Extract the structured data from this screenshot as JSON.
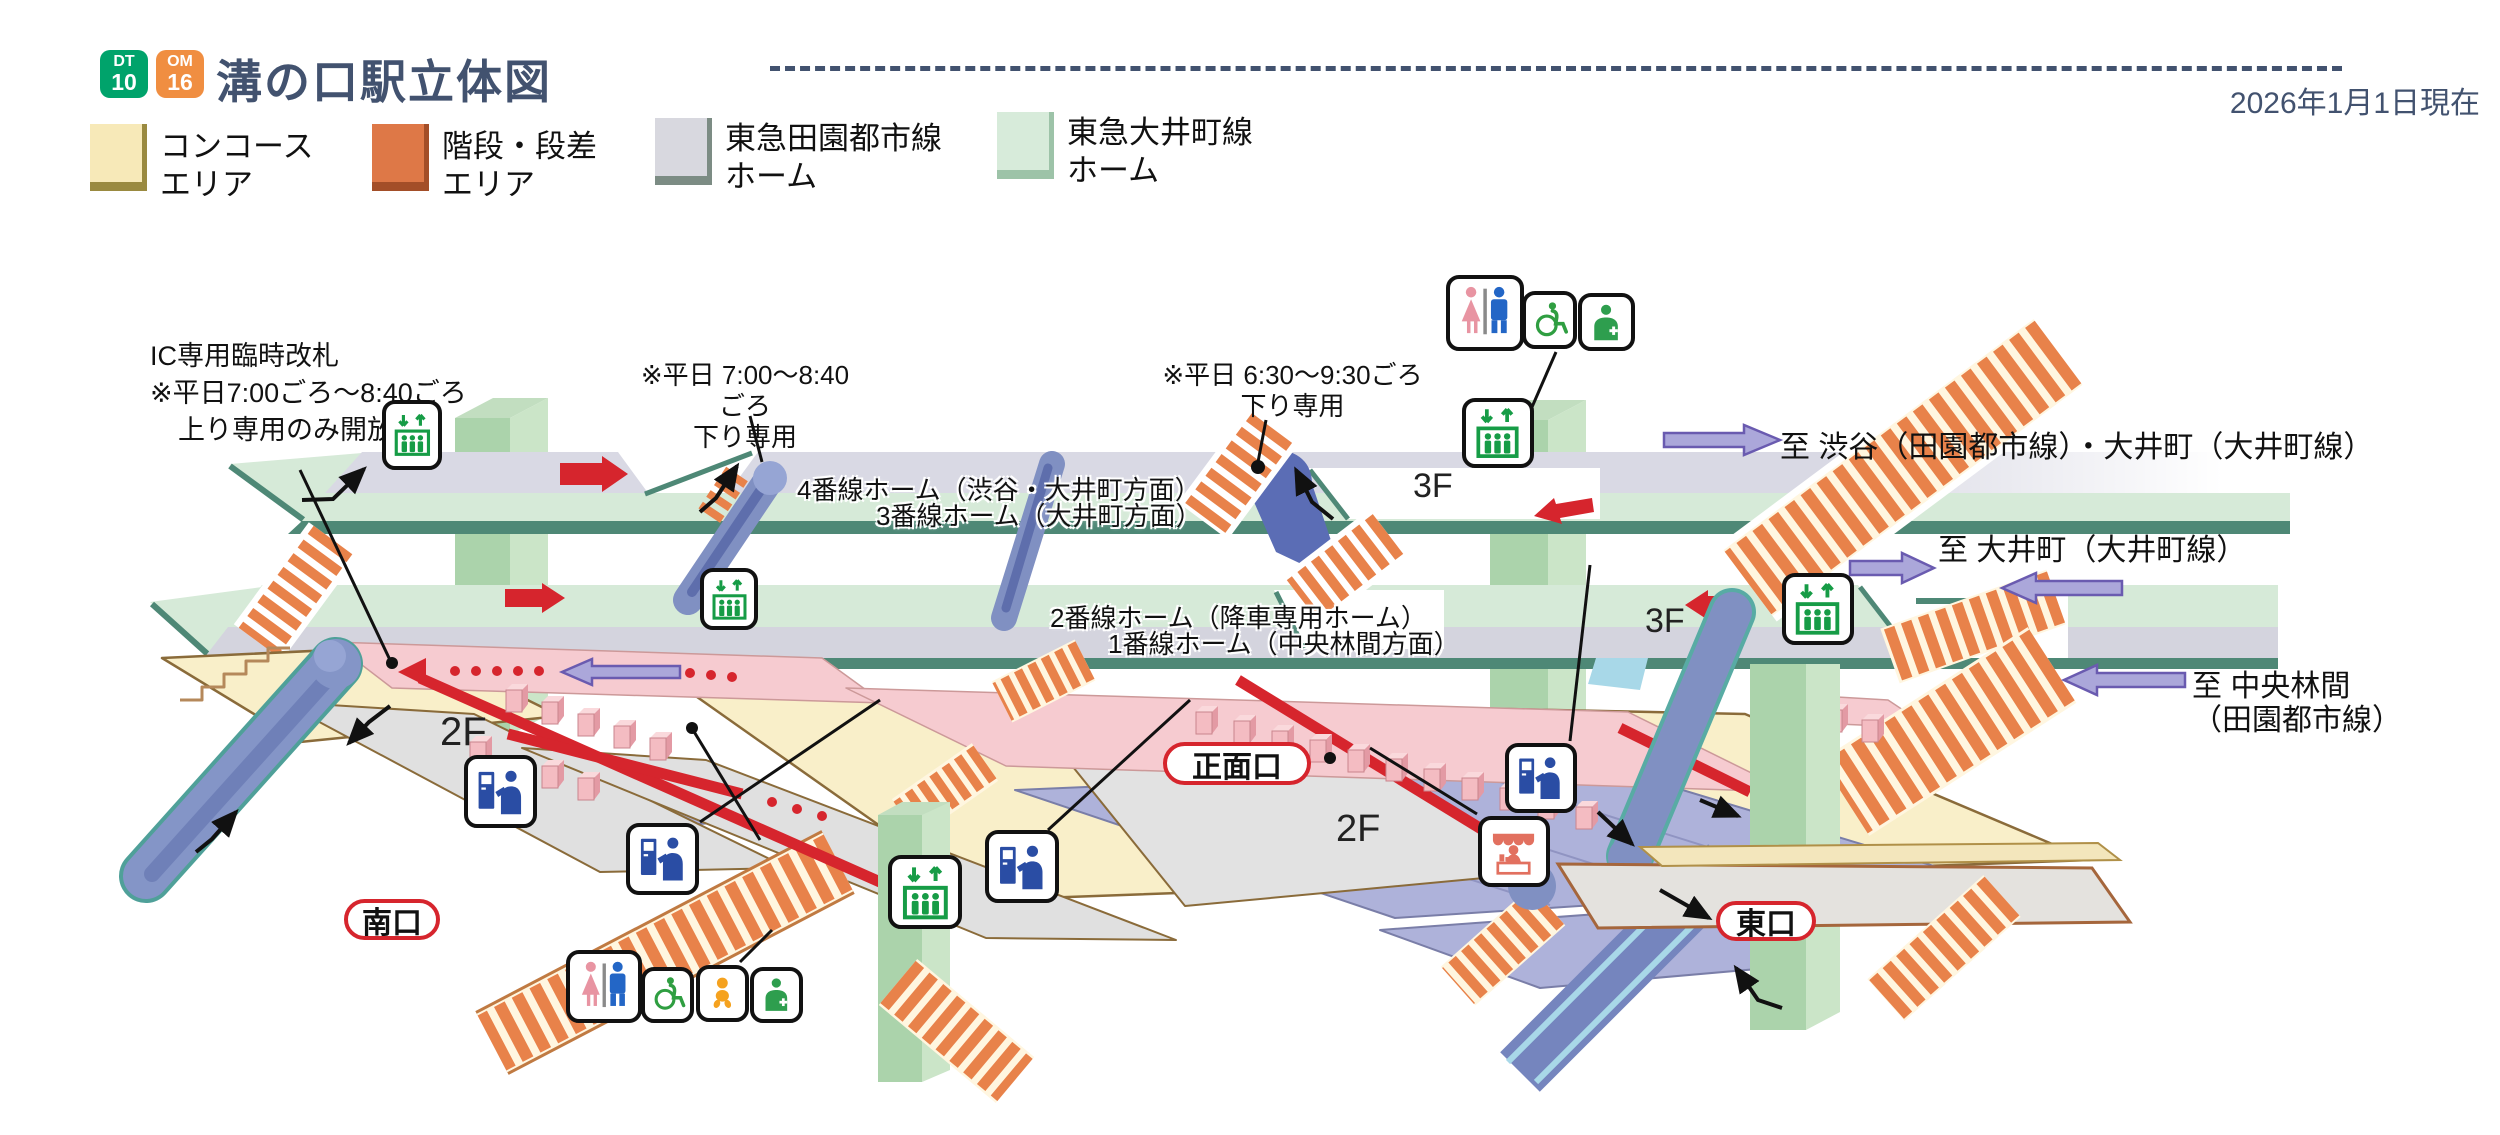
{
  "header": {
    "badges": [
      {
        "code": "DT",
        "number": "10",
        "color": "#00A36B"
      },
      {
        "code": "OM",
        "number": "16",
        "color": "#F08E41"
      }
    ],
    "title": "溝の口駅立体図",
    "date_note": "2026年1月1日現在"
  },
  "legend": {
    "items": [
      {
        "line1": "コンコース",
        "line2": "エリア",
        "color": "#F7E9B8",
        "edge": "#9A8A40"
      },
      {
        "line1": "階段・段差",
        "line2": "エリア",
        "color": "#DE7847",
        "edge": "#A34E28"
      },
      {
        "line1": "東急田園都市線",
        "line2": "ホーム",
        "color": "#D8D8DF",
        "edge": "#7C8C84"
      },
      {
        "line1": "東急大井町線",
        "line2": "ホーム",
        "color": "#D7EBDA",
        "edge": "#9DC3A8"
      }
    ]
  },
  "map": {
    "annotations": {
      "ic_gate": {
        "line1": "IC専用臨時改札",
        "line2": "※平日7:00ごろ～8:40ごろ",
        "line3": "上り専用のみ開放"
      },
      "weekday_down_700": {
        "line1": "※平日 7:00～8:40ごろ",
        "line2": "下り専用"
      },
      "weekday_down_630": {
        "line1": "※平日 6:30～9:30ごろ",
        "line2": "下り専用"
      }
    },
    "platforms": {
      "p4": "4番線ホーム（渋谷・大井町方面）",
      "p3": "3番線ホーム（大井町方面）",
      "p2": "2番線ホーム（降車専用ホーム）",
      "p1": "1番線ホーム（中央林間方面）"
    },
    "directions": {
      "shibuya": "至 渋谷（田園都市線）・大井町（大井町線）",
      "oimachi": "至 大井町（大井町線）",
      "chuorinkan_line1": "至 中央林間",
      "chuorinkan_line2": "（田園都市線）"
    },
    "floors": {
      "f2": "2F",
      "f3": "3F"
    },
    "exits": {
      "south": "南口",
      "main": "正面口",
      "east": "東口"
    },
    "icons": {
      "elevator": "green elevator pictogram",
      "toilet": "men/women toilet pictogram",
      "wheelchair": "accessible toilet pictogram",
      "baby": "baby care pictogram",
      "staff": "station staff with cross pictogram",
      "ticket_machine": "ticket vending machine pictogram",
      "shop": "kiosk / shop pictogram"
    },
    "colors": {
      "route_red": "#D6252D",
      "concourse_cream": "#F9EFC9",
      "stairs_orange": "#E8824A",
      "denentoshi_gray": "#D6D6E0",
      "oimachi_green": "#D6EAD8",
      "escalator_blue": "#8193C5",
      "arrow_purple": "#ABA7DA"
    }
  }
}
